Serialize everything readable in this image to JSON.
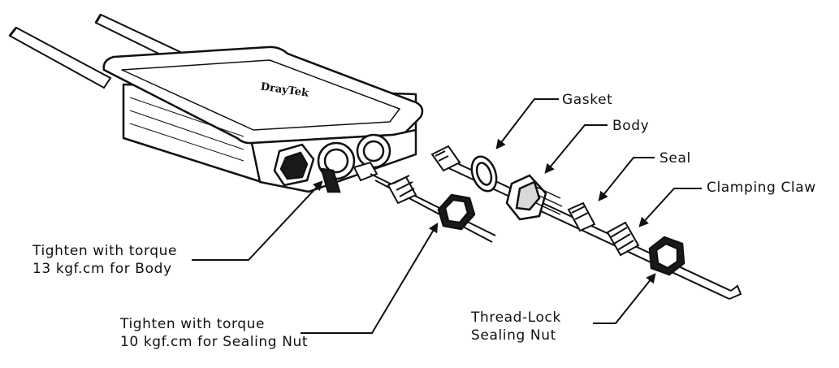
{
  "device": {
    "brand_text": "DrayTek"
  },
  "callouts": {
    "gasket": "Gasket",
    "body": "Body",
    "seal": "Seal",
    "clamping_claw": "Clamping Claw",
    "torque_body": {
      "line1": "Tighten with torque",
      "line2": "13 kgf.cm for Body"
    },
    "torque_nut": {
      "line1": "Tighten with torque",
      "line2": "10 kgf.cm for Sealing Nut"
    },
    "thread_lock": {
      "line1": "Thread-Lock",
      "line2": "Sealing Nut"
    }
  },
  "colors": {
    "line": "#111111",
    "fill": "#ffffff",
    "shade": "#d9d9d9",
    "dark": "#1a1a1a"
  }
}
